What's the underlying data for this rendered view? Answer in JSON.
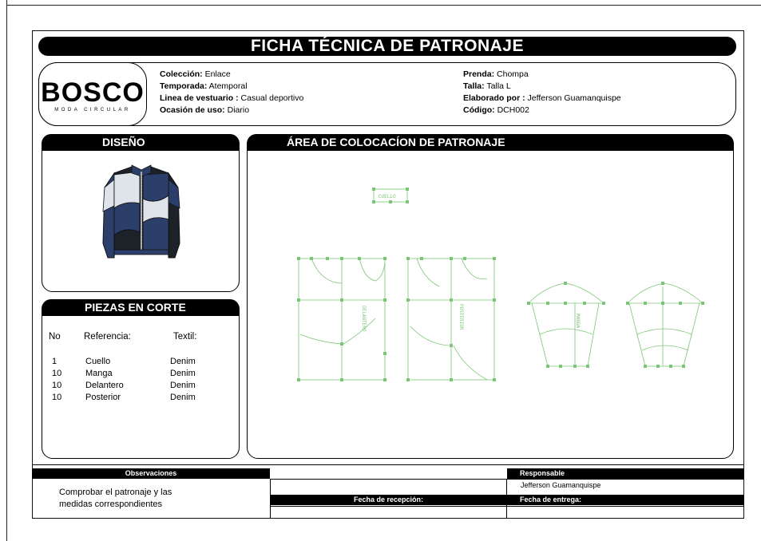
{
  "title": "FICHA TÉCNICA DE PATRONAJE",
  "logo": {
    "name": "BOSCO",
    "tagline": "MODA CIRCULAR"
  },
  "info_left": [
    {
      "label": "Colección:",
      "value": "Enlace"
    },
    {
      "label": "Temporada:",
      "value": "Atemporal"
    },
    {
      "label": "Linea de vestuario :",
      "value": "Casual deportivo"
    },
    {
      "label": "Ocasión de uso:",
      "value": "Diario"
    }
  ],
  "info_right": [
    {
      "label": "Prenda:",
      "value": "Chompa"
    },
    {
      "label": "Talla:",
      "value": "Talla L"
    },
    {
      "label": "Elaborado por :",
      "value": "Jefferson Guamanquispe"
    },
    {
      "label": "Código:",
      "value": "DCH002"
    }
  ],
  "design_panel": {
    "heading": "DISEÑO"
  },
  "pattern_panel": {
    "heading": "ÁREA DE COLOCACÍON DE PATRONAJE",
    "labels": {
      "cuello": "CUELLO",
      "delantero": "DELANTERO",
      "posterior": "POSTERIOR",
      "manga": "MANGA"
    }
  },
  "pieces_panel": {
    "heading": "PIEZAS EN CORTE",
    "columns": [
      "No",
      "Referencia:",
      "Textil:"
    ],
    "rows": [
      {
        "no": "1",
        "ref": "Cuello",
        "textil": "Denim"
      },
      {
        "no": "10",
        "ref": "Manga",
        "textil": "Denim"
      },
      {
        "no": "10",
        "ref": "Delantero",
        "textil": "Denim"
      },
      {
        "no": "10",
        "ref": "Posterior",
        "textil": "Denim"
      }
    ]
  },
  "footer": {
    "observaciones_label": "Observaciones",
    "observaciones_text_1": "Comprobar el patronaje y las",
    "observaciones_text_2": "medidas correspondientes",
    "responsable_label": "Responsable",
    "responsable_value": "Jefferson Guamanquispe",
    "fecha_recepcion_label": "Fecha de recepción:",
    "fecha_entrega_label": "Fecha de entrega:"
  },
  "colors": {
    "pattern_green": "#7cc576",
    "jacket_navy": "#2b3f6a",
    "jacket_dark": "#1d2229",
    "jacket_light": "#dfe4ea"
  }
}
